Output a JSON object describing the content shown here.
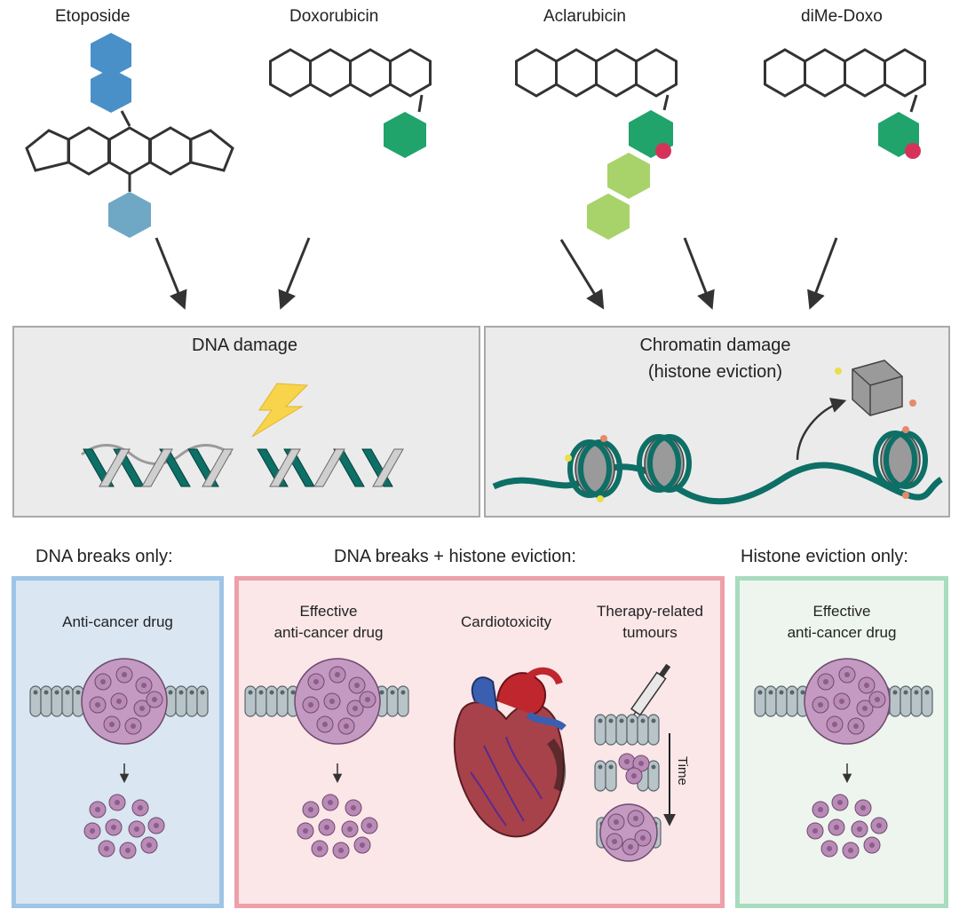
{
  "drugs": {
    "etoposide": "Etoposide",
    "doxorubicin": "Doxorubicin",
    "aclarubicin": "Aclarubicin",
    "dime_doxo": "diMe-Doxo"
  },
  "mechanisms": {
    "dna_damage": "DNA damage",
    "chromatin_damage_line1": "Chromatin damage",
    "chromatin_damage_line2": "(histone eviction)"
  },
  "outcomes": {
    "dna_breaks_only": {
      "title": "DNA breaks only:",
      "label": "Anti-cancer drug"
    },
    "both": {
      "title": "DNA breaks + histone eviction:",
      "effective_line1": "Effective",
      "effective_line2": "anti-cancer drug",
      "cardio": "Cardiotoxicity",
      "therapy_line1": "Therapy-related",
      "therapy_line2": "tumours",
      "time": "Time"
    },
    "histone_only": {
      "title": "Histone eviction only:",
      "effective_line1": "Effective",
      "effective_line2": "anti-cancer drug"
    }
  },
  "colors": {
    "blue_sugar": "#4a90c8",
    "light_blue": "#6fa8c4",
    "dark_green": "#21a36c",
    "light_green": "#a8d36b",
    "red_dot": "#d6335a",
    "teal_dna": "#0d6f66",
    "blue_border": "#9ec4e6",
    "blue_fill": "#dae6f2",
    "pink_border": "#eda0a8",
    "pink_fill": "#fbe6e8",
    "green_border": "#a7dcbe",
    "green_fill": "#eef5ee"
  }
}
